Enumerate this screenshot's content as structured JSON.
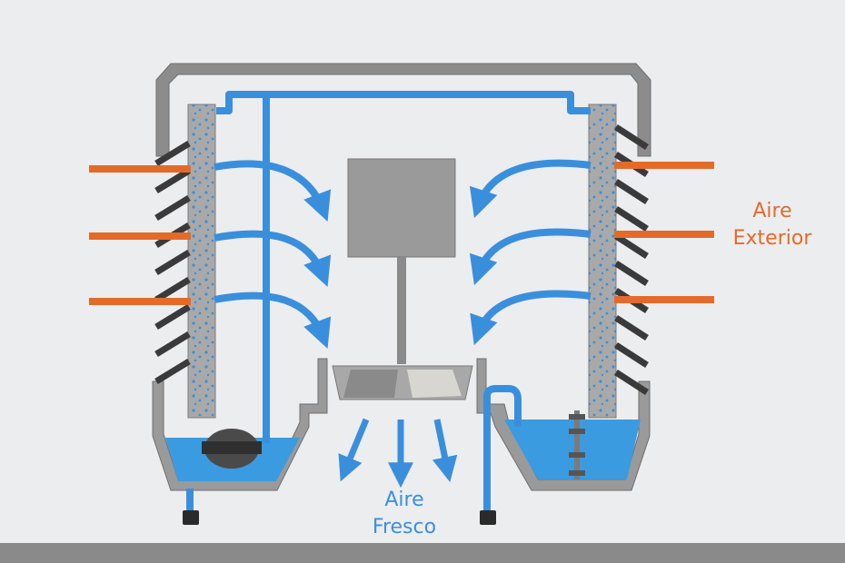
{
  "labels": {
    "outside_air_line1": "Aire",
    "outside_air_line2": "Exterior",
    "fresh_air_line1": "Aire",
    "fresh_air_line2": "Fresco"
  },
  "colors": {
    "background": "#ecedef",
    "floor": "#8a8a8a",
    "housing": "#8c8c8c",
    "water": "#3b9be0",
    "pipe_blue": "#3a8fdc",
    "pipe_orange": "#e36b2a",
    "label_orange": "#e36b2a",
    "label_blue": "#3a8fdc",
    "louver": "#3a3a3a",
    "pad": "#a9a9a9",
    "fan": "#9a9a9a"
  },
  "icons": {
    "pump": "pump-icon",
    "float_valve": "float-valve-icon",
    "fan": "fan-icon"
  }
}
